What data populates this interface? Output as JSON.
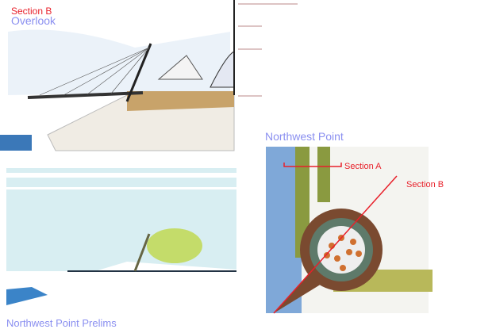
{
  "section_b_overlook": {
    "title": "Section B",
    "subtitle": "Overlook"
  },
  "prelims": {
    "caption": "Northwest Point Prelims"
  },
  "plan": {
    "title": "Northwest Point",
    "section_a": "Section A",
    "section_b": "Section B"
  },
  "colors": {
    "red": "#e8202a",
    "blue_label": "#8a8ff0",
    "water": "#4a7fd0",
    "deck": "#7a4a30",
    "grass": "#a8b04a"
  }
}
